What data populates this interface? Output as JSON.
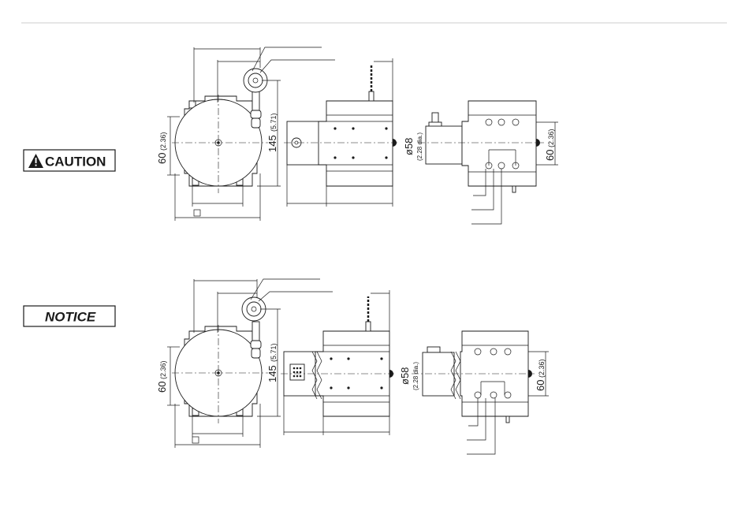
{
  "labels": {
    "caution": "CAUTION",
    "notice": "NOTICE"
  },
  "dimensions": {
    "height_mm": "145",
    "height_in": "(5.71)",
    "width_mm": "60",
    "width_in": "(2.36)",
    "dia_mm": "ø58",
    "dia_in": "(2.28 dia.)"
  },
  "colors": {
    "line": "#1a1a1a",
    "rule": "#cccccc",
    "background": "#ffffff"
  }
}
